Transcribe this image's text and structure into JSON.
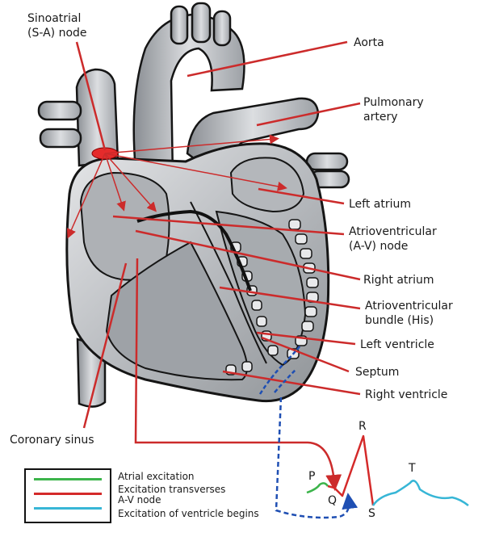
{
  "labels": {
    "sa_node": [
      "Sinoatrial",
      "(S-A) node"
    ],
    "aorta": "Aorta",
    "pulmonary_artery": [
      "Pulmonary",
      "artery"
    ],
    "left_atrium": "Left atrium",
    "av_node": [
      "Atrioventricular",
      "(A-V) node"
    ],
    "right_atrium": "Right atrium",
    "av_bundle": [
      "Atrioventricular",
      "bundle (His)"
    ],
    "left_ventricle": "Left ventricle",
    "septum": "Septum",
    "right_ventricle": "Right ventricle",
    "coronary_sinus": "Coronary sinus"
  },
  "ecg": {
    "p": "P",
    "q": "Q",
    "r": "R",
    "s": "S",
    "t": "T"
  },
  "legend": {
    "items": [
      {
        "text": "Atrial excitation",
        "color": "#3cb44b"
      },
      {
        "text": "Excitation transverses\nA-V node",
        "color": "#d42a2a"
      },
      {
        "text": "Excitation of ventricle begins",
        "color": "#37b6d6"
      }
    ]
  },
  "colors": {
    "pointer": "#cc2b2b",
    "heart_fill": "#c7c9cc",
    "heart_stroke": "#151515",
    "conduction_blue": "#1f4fb3",
    "sa_node": "#e52b2b"
  }
}
